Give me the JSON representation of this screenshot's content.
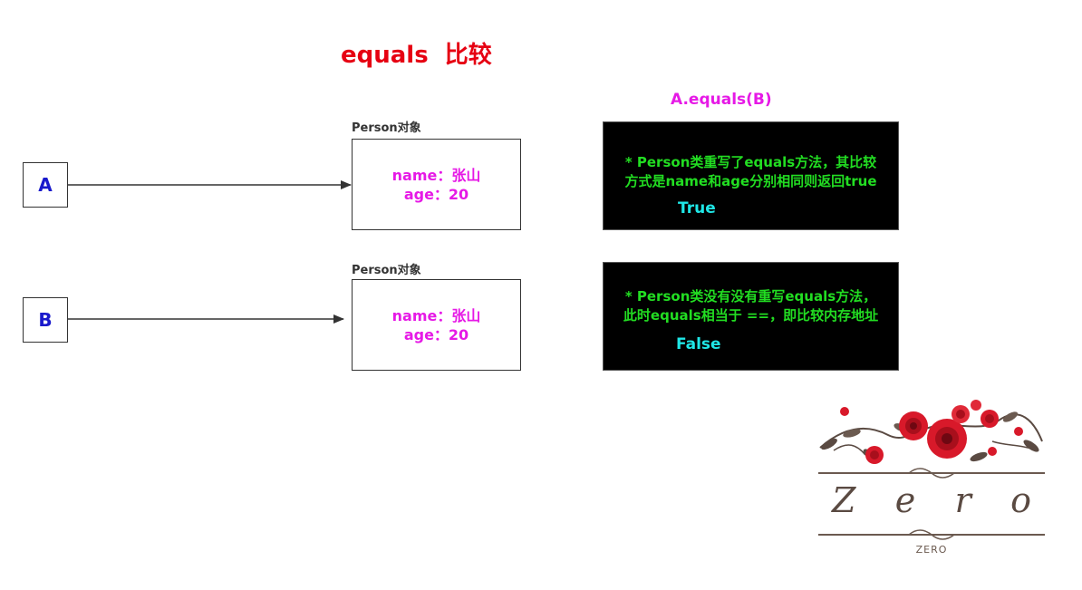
{
  "title": "equals  比较",
  "references": [
    {
      "label": "A"
    },
    {
      "label": "B"
    }
  ],
  "objects": [
    {
      "caption": "Person对象",
      "name_line": "name：张山",
      "age_line": "age：20"
    },
    {
      "caption": "Person对象",
      "name_line": "name：张山",
      "age_line": "age：20"
    }
  ],
  "expression": "A.equals(B)",
  "results": [
    {
      "line1": "* Person类重写了equals方法，其比较",
      "line2": "方式是name和age分别相同则返回true",
      "verdict": "True"
    },
    {
      "line1": "* Person类没有没有重写equals方法，",
      "line2": "此时equals相当于 ==，即比较内存地址",
      "verdict": "False"
    }
  ],
  "logo": {
    "word": "Zero",
    "subtitle": "ZERO"
  },
  "colors": {
    "title": "#e60012",
    "reference_text": "#1a1acc",
    "object_text": "#e619e6",
    "panel_background": "#000000",
    "description_text": "#22dd22",
    "verdict_text": "#1fe6e6"
  }
}
